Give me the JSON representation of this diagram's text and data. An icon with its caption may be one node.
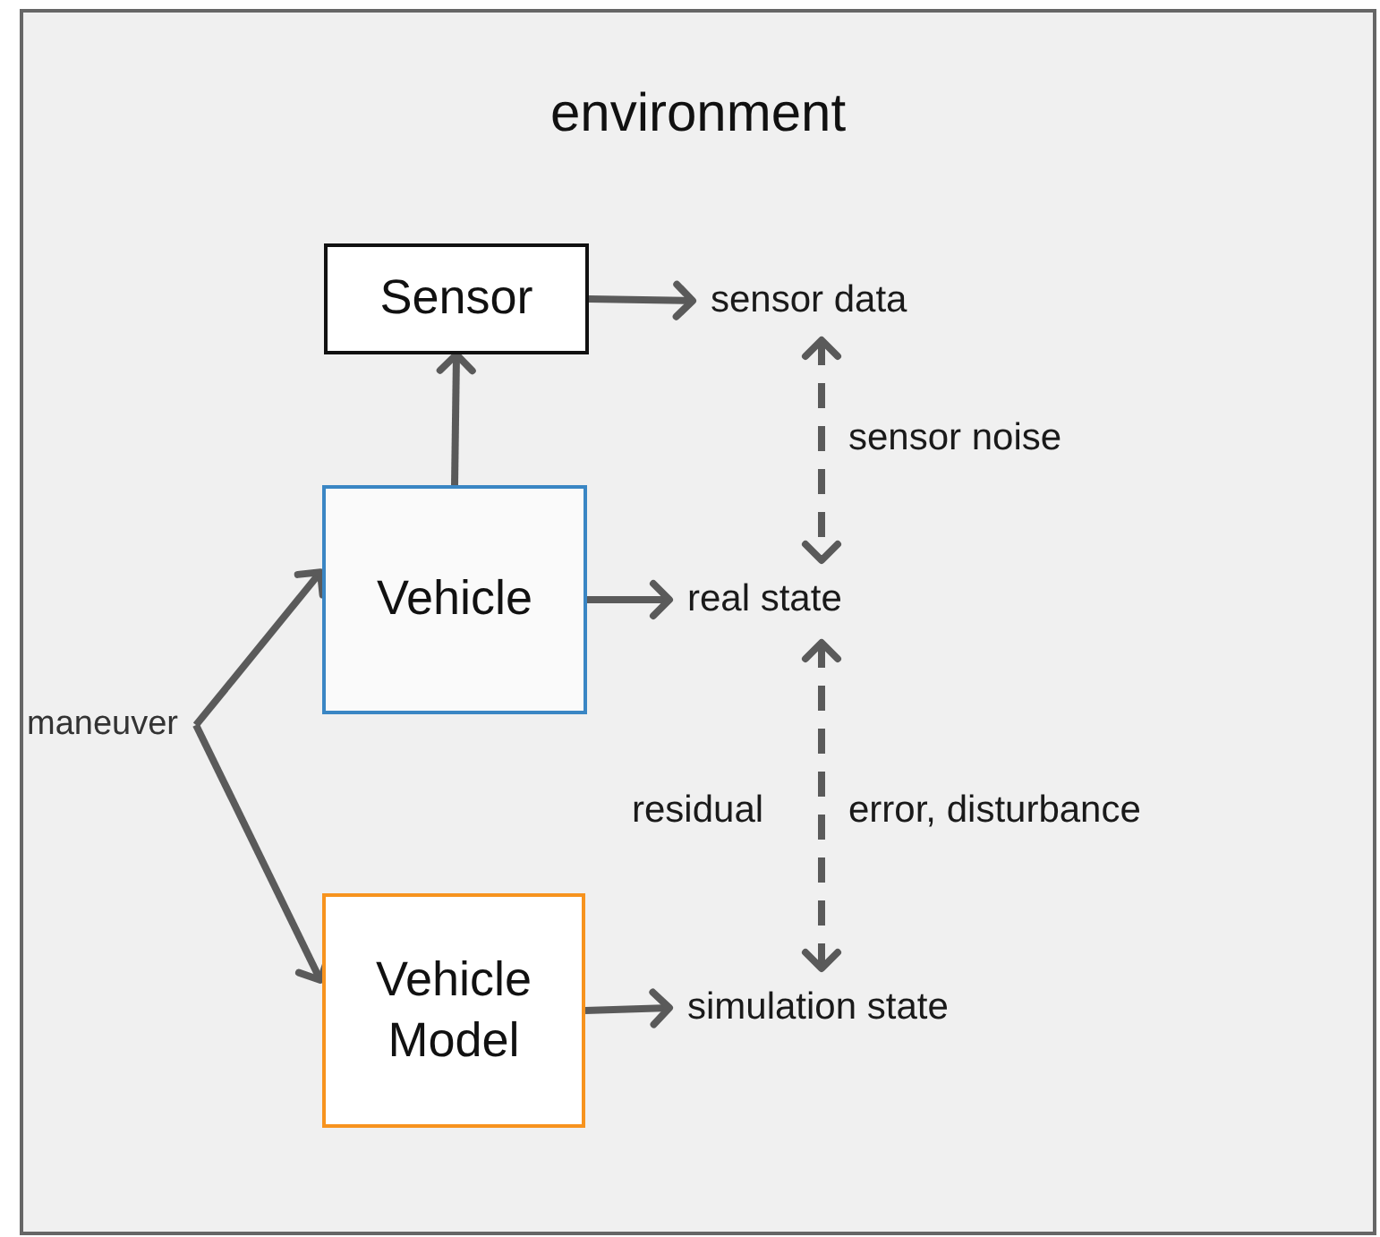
{
  "diagram": {
    "nodes": [
      {
        "text": [
          "environment"
        ]
      },
      {
        "text": [
          "Sensor"
        ],
        "in": 0
      },
      {
        "text": [
          "sensor data"
        ],
        "in": 0
      },
      {
        "text": [
          "Vehicle"
        ],
        "in": 0
      },
      {
        "text": [
          "real state"
        ],
        "in": 0
      },
      {
        "text": [
          "Vehicle Model"
        ],
        "in": 0
      },
      {
        "text": [
          "simulation state"
        ],
        "in": 0
      },
      {
        "text": [
          "maneuver"
        ],
        "in": 0
      }
    ],
    "edges": [
      {
        "from": 1,
        "to": 2,
        "arrow": "to"
      },
      {
        "from": 3,
        "to": 1,
        "arrow": "to"
      },
      {
        "from": 2,
        "to": 4,
        "arrow": "both",
        "style": "dashed",
        "label": "sensor noise"
      },
      {
        "from": 3,
        "to": 4,
        "arrow": "to"
      },
      {
        "from": 7,
        "to": 3,
        "arrow": "to"
      },
      {
        "from": 7,
        "to": 5,
        "arrow": "to"
      },
      {
        "from": 4,
        "to": 6,
        "arrow": "both",
        "style": "dashed",
        "label": "error, disturbance"
      },
      {
        "from": 5,
        "to": 6,
        "arrow": "to"
      }
    ],
    "labels": [
      "residual"
    ]
  }
}
